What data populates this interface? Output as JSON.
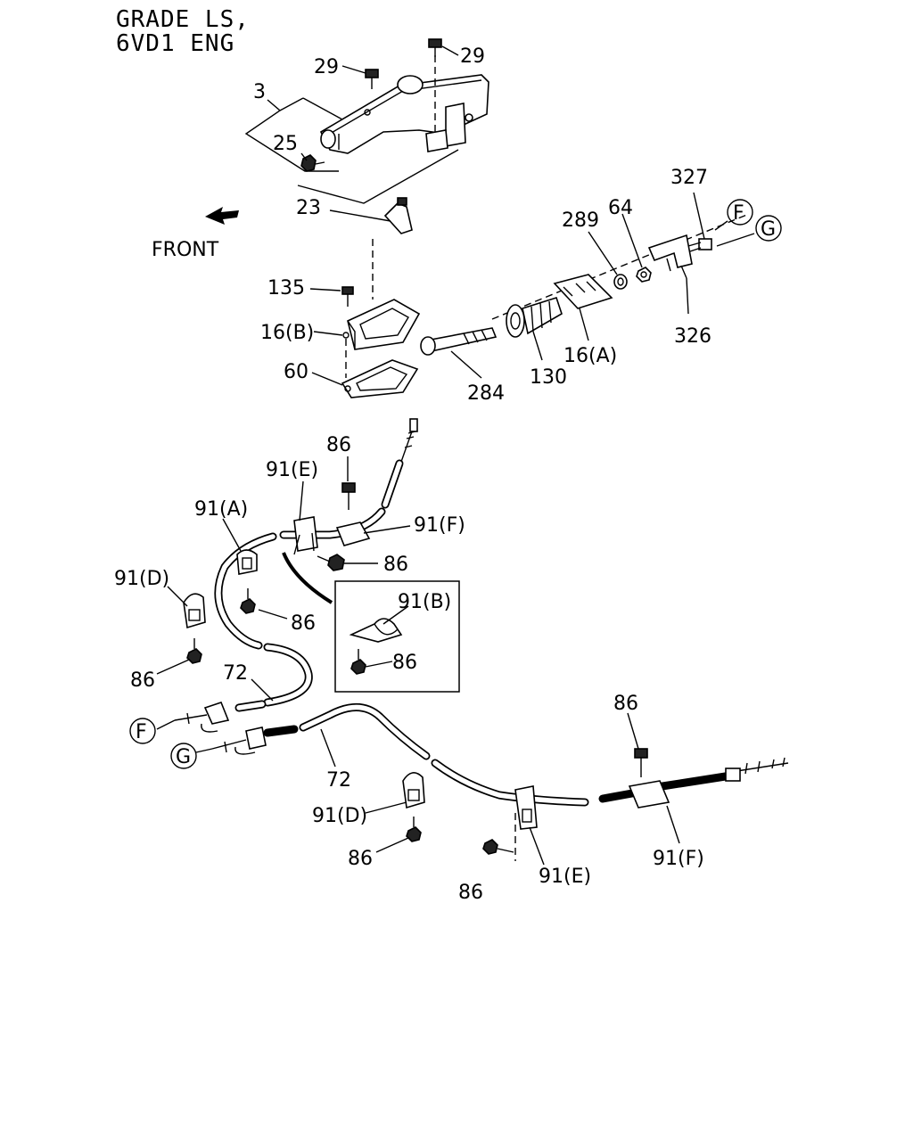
{
  "header": {
    "line1": "GRADE LS,",
    "line2": "6VD1 ENG"
  },
  "front_label": "FRONT",
  "callouts": {
    "p29a": "29",
    "p29b": "29",
    "p3": "3",
    "p25": "25",
    "p23": "23",
    "p135": "135",
    "p16b": "16(B)",
    "p60": "60",
    "p289": "289",
    "p64": "64",
    "p327": "327",
    "p326": "326",
    "p16a": "16(A)",
    "p130": "130",
    "p284": "284",
    "p86a": "86",
    "p91e_top": "91(E)",
    "p91a": "91(A)",
    "p91f_top": "91(F)",
    "p86b": "86",
    "p91d_left": "91(D)",
    "p86c": "86",
    "p86d": "86",
    "p72a": "72",
    "p91b": "91(B)",
    "p86e": "86",
    "p72b": "72",
    "p91d_low": "91(D)",
    "p86f": "86",
    "p86g": "86",
    "p91e_low": "91(E)",
    "p86h": "86",
    "p91f_low": "91(F)"
  },
  "connectors": {
    "f_top": "F",
    "g_top": "G",
    "f_low": "F",
    "g_low": "G"
  }
}
